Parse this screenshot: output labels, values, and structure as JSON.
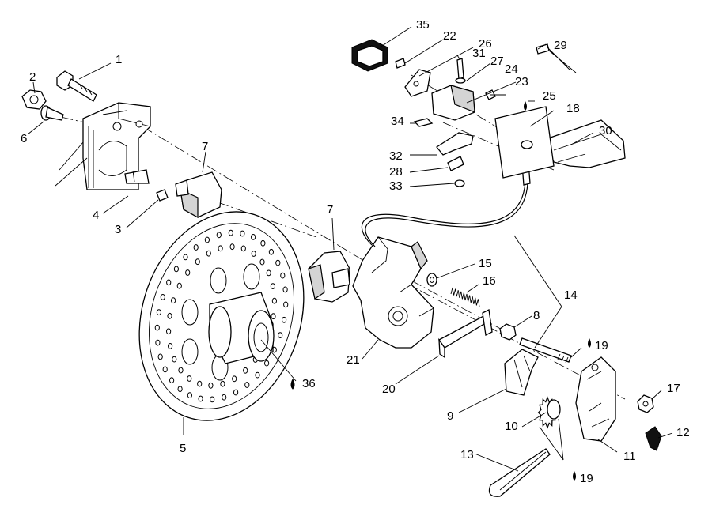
{
  "diagram": {
    "labels": {
      "l1": "1",
      "l2": "2",
      "l3": "3",
      "l4": "4",
      "l5": "5",
      "l6": "6",
      "l7a": "7",
      "l7b": "7",
      "l8": "8",
      "l9": "9",
      "l10": "10",
      "l11": "11",
      "l12": "12",
      "l13": "13",
      "l14": "14",
      "l15": "15",
      "l16": "16",
      "l17": "17",
      "l18": "18",
      "l19a": "19",
      "l19b": "19",
      "l20": "20",
      "l21": "21",
      "l22": "22",
      "l23": "23",
      "l24": "24",
      "l25": "25",
      "l26": "26",
      "l27": "27",
      "l28": "28",
      "l29": "29",
      "l30": "30",
      "l31": "31",
      "l32": "32",
      "l33": "33",
      "l34": "34",
      "l35": "35",
      "l36": "36"
    }
  }
}
